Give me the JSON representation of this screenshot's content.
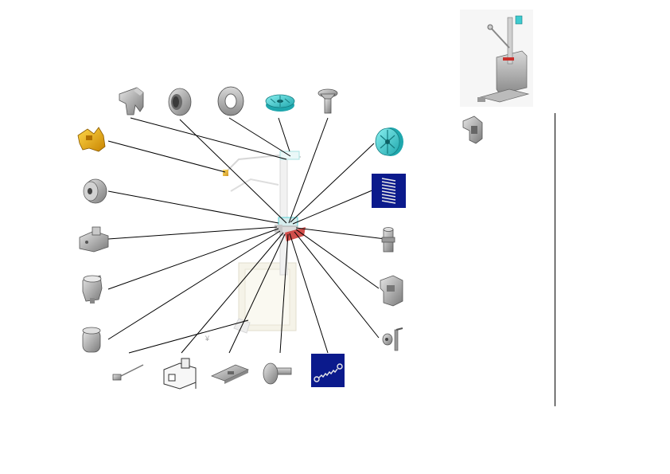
{
  "diagram": {
    "type": "exploded-parts-diagram",
    "center_assembly": "mechanism-assembly",
    "parts": [
      {
        "id": "clip-bracket",
        "icon": "clip-bracket-icon"
      },
      {
        "id": "flanged-bushing",
        "icon": "flanged-bushing-icon"
      },
      {
        "id": "washer-ring",
        "icon": "washer-ring-icon"
      },
      {
        "id": "cyan-pulley-small",
        "icon": "pulley-icon",
        "color": "#3ecbcf"
      },
      {
        "id": "push-pin",
        "icon": "push-pin-icon"
      },
      {
        "id": "yellow-latch",
        "icon": "latch-icon",
        "color": "#e0a500"
      },
      {
        "id": "cyan-wheel",
        "icon": "wheel-icon",
        "color": "#3ecbcf"
      },
      {
        "id": "roller-bushing",
        "icon": "roller-icon"
      },
      {
        "id": "compression-spring",
        "icon": "compression-spring-icon",
        "background": "#0b1a8c"
      },
      {
        "id": "block-mount",
        "icon": "block-mount-icon"
      },
      {
        "id": "shaft-pin",
        "icon": "shaft-pin-icon"
      },
      {
        "id": "cup-holder",
        "icon": "cup-holder-icon"
      },
      {
        "id": "angle-bracket",
        "icon": "angle-bracket-icon"
      },
      {
        "id": "cylinder-sleeve",
        "icon": "cylinder-sleeve-icon"
      },
      {
        "id": "lever-arm",
        "icon": "lever-arm-icon"
      },
      {
        "id": "wire-connector",
        "icon": "wire-connector-icon"
      },
      {
        "id": "square-connector",
        "icon": "square-connector-icon"
      },
      {
        "id": "slide-rail",
        "icon": "slide-rail-icon"
      },
      {
        "id": "mushroom-pin",
        "icon": "mushroom-pin-icon"
      },
      {
        "id": "extension-spring",
        "icon": "extension-spring-icon",
        "background": "#0b1a8c"
      }
    ],
    "preview": {
      "id": "full-assembly-preview",
      "detail": "clamp-detail"
    },
    "colors": {
      "accent_cyan": "#3ecbcf",
      "accent_red": "#c9302c",
      "spring_panel": "#0b1a8c",
      "part_gray": "#a9a9a9"
    }
  }
}
